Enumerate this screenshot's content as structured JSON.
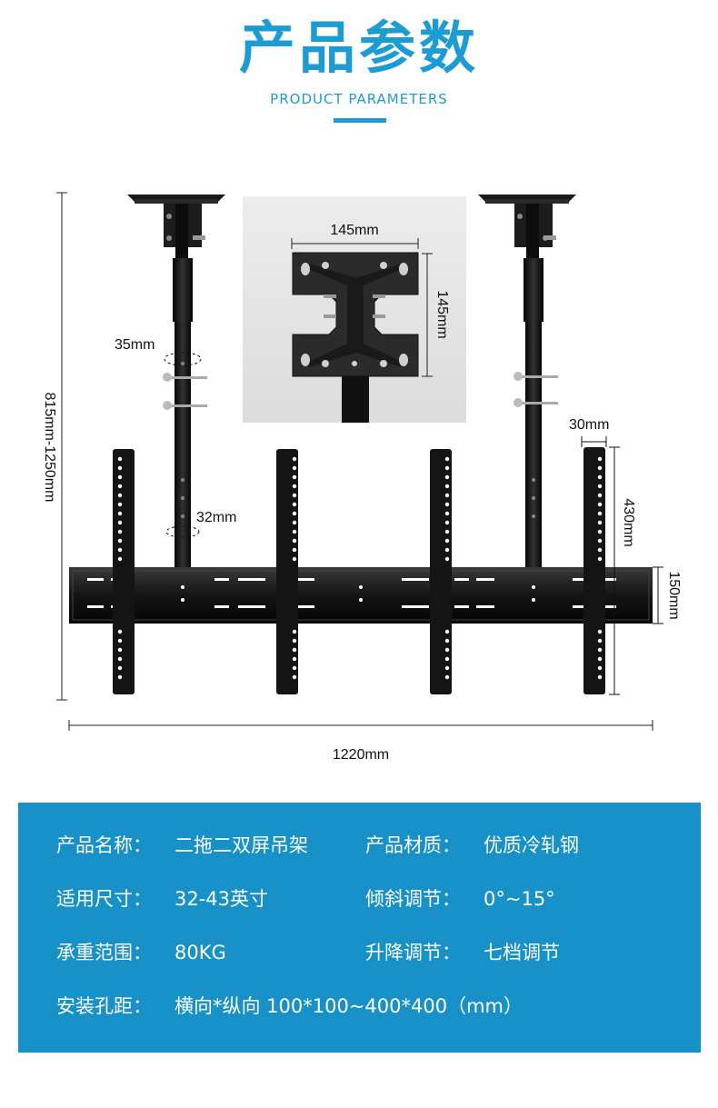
{
  "header": {
    "title": "产品参数",
    "subtitle": "PRODUCT PARAMETERS"
  },
  "diagram": {
    "dim_total_height": "815mm-1250mm",
    "dim_pole_top": "35mm",
    "dim_pole_bottom": "32mm",
    "dim_plate_width": "145mm",
    "dim_plate_height": "145mm",
    "dim_arm_width": "30mm",
    "dim_arm_height": "430mm",
    "dim_bar_height": "150mm",
    "dim_total_width": "1220mm"
  },
  "specs": [
    {
      "label": "产品名称：",
      "value": "二拖二双屏吊架",
      "label2": "产品材质：",
      "value2": "优质冷轧钢"
    },
    {
      "label": "适用尺寸：",
      "value": "32-43英寸",
      "label2": "倾斜调节：",
      "value2": "0°~15°"
    },
    {
      "label": "承重范围：",
      "value": "80KG",
      "label2": "升降调节：",
      "value2": "七档调节"
    },
    {
      "label": "安装孔距：",
      "value": "横向*纵向  100*100~400*400（mm）"
    }
  ],
  "colors": {
    "accent": "#1d9bd3",
    "panel": "#1891c9",
    "metal": "#151515"
  }
}
